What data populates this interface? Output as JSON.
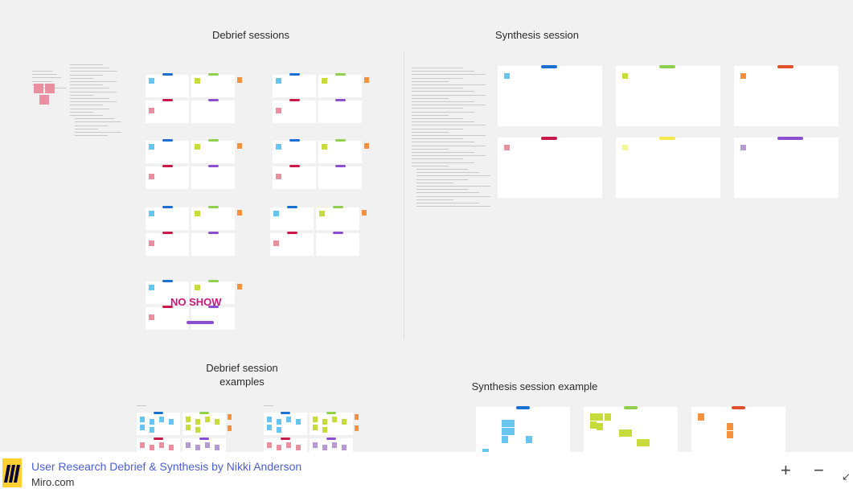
{
  "board": {
    "titles": {
      "debrief": "Debrief sessions",
      "synthesis": "Synthesis session",
      "debrief_examples_1": "Debrief session",
      "debrief_examples_2": "examples",
      "synthesis_example": "Synthesis session example"
    },
    "no_show": "NO SHOW",
    "colors": {
      "blue": "#1a6fd1",
      "cyan": "#67c6f0",
      "green": "#8fd14f",
      "lime": "#c7dc3c",
      "orange": "#f5913c",
      "redorange": "#e0512b",
      "crimson": "#c9184a",
      "pink": "#e98fa0",
      "purple": "#8c4fcf",
      "lavender": "#b79ad2",
      "yellow": "#f2ea4a",
      "paleyellow": "#f5f59a"
    }
  },
  "footer": {
    "title": "User Research Debrief & Synthesis by Nikki Anderson",
    "source": "Miro.com",
    "zoom_in": "+",
    "zoom_out": "−",
    "collapse": "↙"
  }
}
